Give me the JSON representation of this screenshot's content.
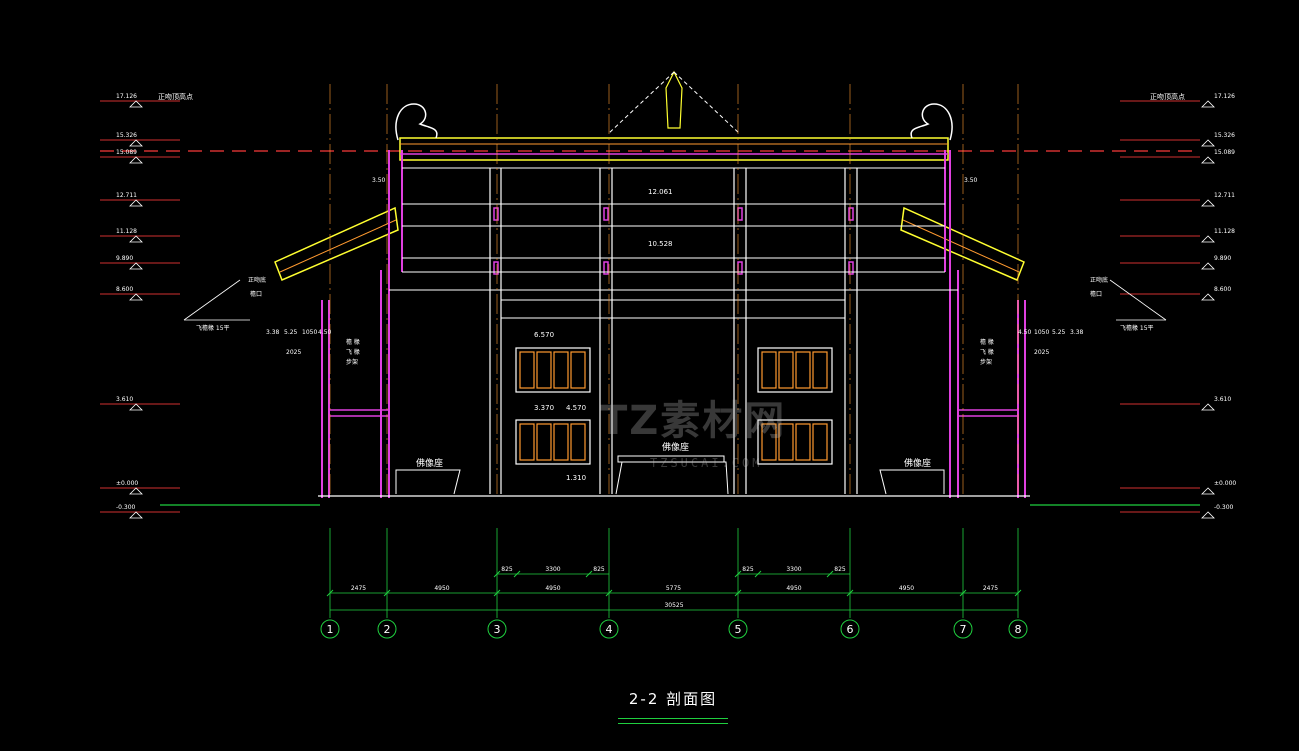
{
  "drawing": {
    "title": "2-2 剖面图",
    "watermark_main": "TZ素材网",
    "watermark_sub": "TZSUCAI.COM"
  },
  "levels_left": [
    {
      "value": "17.126",
      "label": "正吻顶高点"
    },
    {
      "value": "15.326",
      "label": ""
    },
    {
      "value": "15.089",
      "label": ""
    },
    {
      "value": "12.711",
      "label": ""
    },
    {
      "value": "11.128",
      "label": ""
    },
    {
      "value": "9.890",
      "label": ""
    },
    {
      "value": "8.600",
      "label": ""
    },
    {
      "value": "3.610",
      "label": ""
    },
    {
      "value": "±0.000",
      "label": ""
    },
    {
      "value": "-0.300",
      "label": ""
    }
  ],
  "levels_right": [
    {
      "value": "17.126",
      "label": "正吻顶高点"
    },
    {
      "value": "15.326",
      "label": ""
    },
    {
      "value": "15.089",
      "label": ""
    },
    {
      "value": "12.711",
      "label": ""
    },
    {
      "value": "11.128",
      "label": ""
    },
    {
      "value": "9.890",
      "label": ""
    },
    {
      "value": "8.600",
      "label": ""
    },
    {
      "value": "3.610",
      "label": ""
    },
    {
      "value": "±0.000",
      "label": ""
    },
    {
      "value": "-0.300",
      "label": ""
    }
  ],
  "inner_levels": [
    "12.061",
    "10.528",
    "6.570",
    "4.570",
    "3.370",
    "1.310"
  ],
  "room_labels": [
    "佛像座",
    "佛像座",
    "佛像座"
  ],
  "annotations_left": [
    "飞檐椽 15平",
    "正吻底",
    "檐口",
    "檐 椽",
    "飞 椽",
    "步架",
    "2025",
    "1050",
    "5.25",
    "4.50",
    "3.38",
    "3.50"
  ],
  "annotations_right": [
    "飞檐椽 15平",
    "正吻底",
    "檐口",
    "檐 椽",
    "飞 椽",
    "步架",
    "2025",
    "1050",
    "5.25",
    "4.50",
    "3.38",
    "3.50"
  ],
  "axes": [
    "1",
    "2",
    "3",
    "4",
    "5",
    "6",
    "7",
    "8"
  ],
  "dims_row1": [
    "825",
    "3300",
    "825",
    "825",
    "3300",
    "825"
  ],
  "dims_row2": [
    "2475",
    "4950",
    "4950",
    "5775",
    "4950",
    "4950",
    "2475"
  ],
  "dims_total": "30525",
  "colors": {
    "background": "#000000",
    "line_white": "#ffffff",
    "magenta": "#e040e0",
    "yellow": "#ffff30",
    "green": "#1fcf3f",
    "orange": "#ff9a30",
    "cyan": "#30e0e0",
    "red_dash": "#d03030"
  }
}
